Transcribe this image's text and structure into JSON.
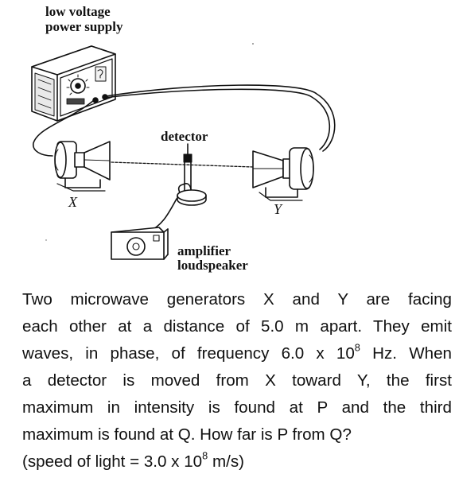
{
  "diagram": {
    "labels": {
      "power_supply_line1": "low voltage",
      "power_supply_line2": "power supply",
      "detector": "detector",
      "generator_x": "X",
      "generator_y": "Y",
      "amplifier_line1": "amplifier",
      "amplifier_line2": "loudspeaker"
    },
    "icons": {
      "power_supply": "power-supply-box-icon",
      "generator_x": "horn-antenna-icon",
      "generator_y": "horn-antenna-icon",
      "detector": "probe-detector-icon",
      "amplifier": "loudspeaker-box-icon"
    }
  },
  "question": {
    "line1": "Two microwave generators X and Y are facing",
    "line2": "each other at a distance of 5.0 m apart. They emit",
    "line3_before": "waves, in phase, of frequency 6.0 x 10",
    "line3_exp": "8",
    "line3_after": " Hz. When",
    "line4": "a detector is moved from X toward Y, the first",
    "line5": "maximum in intensity is found at P and the third",
    "line6": "maximum is found at Q. How far is P from Q?",
    "line7_before": "(speed of light = 3.0 x 10",
    "line7_exp": "8",
    "line7_after": " m/s)"
  }
}
